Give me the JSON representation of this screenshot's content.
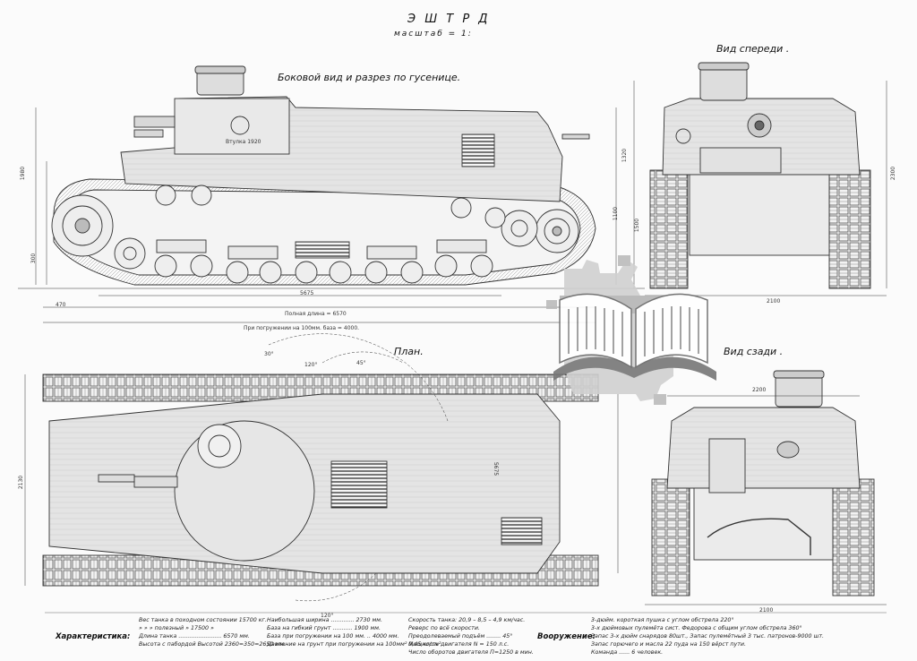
{
  "sheet": {
    "title": "Э Ш Т Р Д",
    "scale": "масштаб = 1:"
  },
  "views": {
    "side": "Боковой вид и разрез по гусенице.",
    "front": "Вид спереди .",
    "plan": "План.",
    "rear": "Вид сзади ."
  },
  "side_dimensions": {
    "d1": "5675",
    "d2": "470",
    "d3": "Полная длина = 6570",
    "d4": "При погружении на 100мм. база = 4000.",
    "h1": "1980",
    "h2": "300",
    "h3": "1320",
    "h4": "1100"
  },
  "front_dimensions": {
    "w": "2100",
    "h": "2300",
    "h2": "1500"
  },
  "plan_dimensions": {
    "w": "2130",
    "len": "5675",
    "a1": "30°",
    "a2": "120°",
    "a3": "45°",
    "a4": "120°"
  },
  "rear_dimensions": {
    "w1": "2200",
    "w2": "2100"
  },
  "turret_marking": "Втулка 1920",
  "characteristics": {
    "heading": "Характеристика:",
    "col1": [
      "Вес танка в походном состоянии 15700 кг.",
      "    »    »    » полезный    »    17500 »",
      "Длина танка ........................ 6570 мм.",
      "Высота с пабордой Высотой 2360=350=2650 мм."
    ],
    "col2": [
      "Наибольшая ширина ............. 2730 мм.",
      "База на гибкий грунт ........... 1900 мм.",
      "База при погружении на 100 мм. .. 4000 мм.",
      "Давление на грунт при погружении на 100мм² 0,45 кг/см²"
    ],
    "col3": [
      "Скорость танка: 20,9 – 8,5 – 4,9 км/час.",
      "Реверс по всё скорости.",
      "Преодолеваемый подъём ........ 45°",
      "Мощность двигателя  N = 150 л.с.",
      "Число оборотов двигателя  П=1250 в мин."
    ]
  },
  "armament": {
    "heading": "Вооружение:",
    "lines": [
      "3-дюйм. короткая пушка с углом обстрела 220°",
      "3-х дюймовых пулемёта сист. Федорова с общим углом обстрела 360°",
      "Запас 3-х дюйм снарядов 80шт., Запас пулемётный 3 тыс. патронов-9000 шт.",
      "Запас горючего и масла 22 пуда на 150 вёрст пути.",
      "Команда ...... 6 человек."
    ]
  },
  "watermark": "book-gear-logo"
}
